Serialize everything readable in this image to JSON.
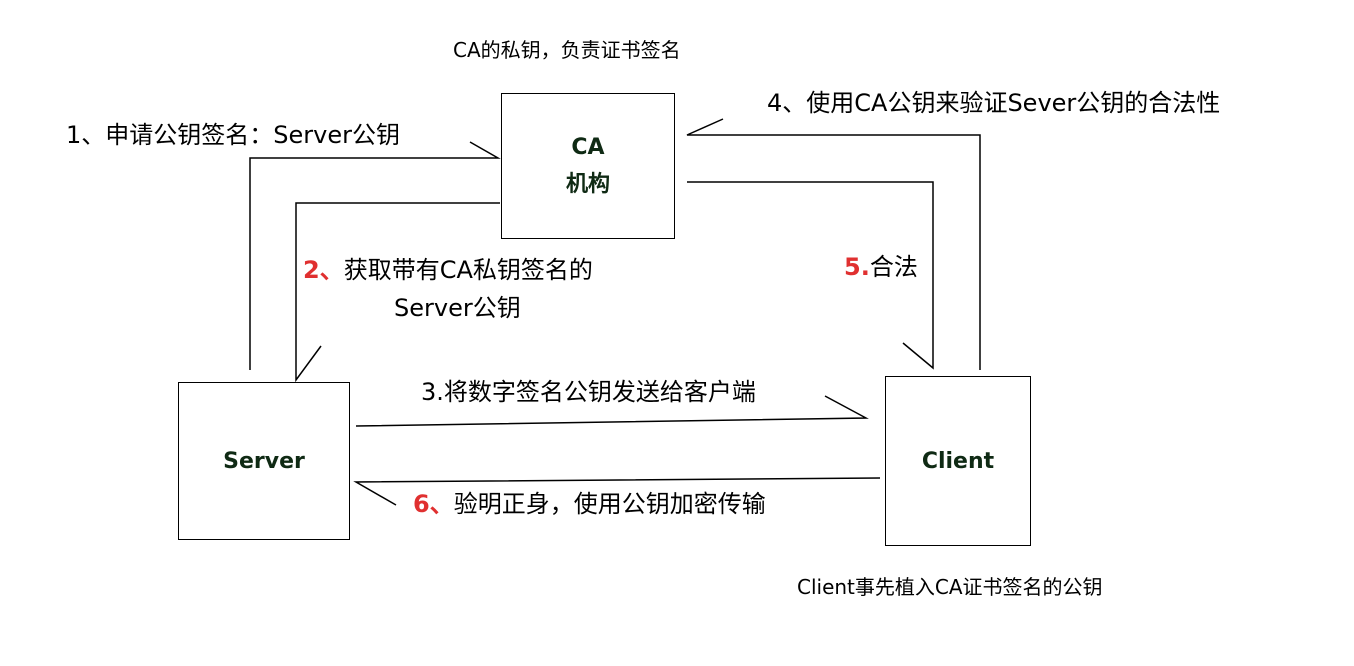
{
  "nodes": {
    "ca": {
      "line1": "CA",
      "line2": "机构"
    },
    "server": {
      "label": "Server"
    },
    "client": {
      "label": "Client"
    }
  },
  "notes": {
    "ca_top": "CA的私钥，负责证书签名",
    "client_bottom": "Client事先植入CA证书签名的公钥"
  },
  "steps": {
    "s1": {
      "text": "1、申请公钥签名：Server公钥"
    },
    "s2": {
      "num": "2、",
      "line1": "获取带有CA私钥签名的",
      "line2": "Server公钥"
    },
    "s3": {
      "text": "3.将数字签名公钥发送给客户端"
    },
    "s4": {
      "text": "4、使用CA公钥来验证Sever公钥的合法性"
    },
    "s5": {
      "num": "5.",
      "text": "合法"
    },
    "s6": {
      "num": "6、",
      "text": "验明正身，使用公钥加密传输"
    }
  },
  "colors": {
    "step_number_red": "#e03030",
    "box_text": "#0f2a14"
  }
}
